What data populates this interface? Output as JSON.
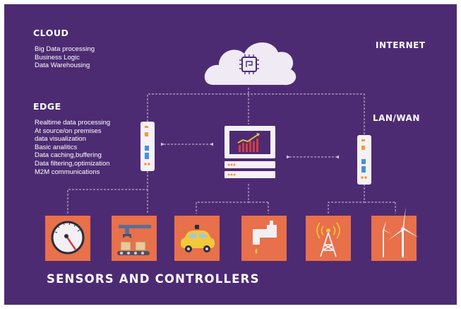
{
  "cloud": {
    "title": "CLOUD",
    "lines": [
      "Big Data processing",
      "Business Logic",
      "Data Warehousing"
    ]
  },
  "edge": {
    "title": "EDGE",
    "lines": [
      "Realtime data processing",
      "At source/on premises",
      "data visualization",
      "Basic analitics",
      "Data caching,buffering",
      "Data filtering,optimization",
      "M2M communications"
    ]
  },
  "internet_label": "INTERNET",
  "lanwan_label": "LAN/WAN",
  "sensors_title": "SENSORS AND CONTROLLERS",
  "colors": {
    "background": "#4d2b73",
    "tile": "#e8704a",
    "line": "#cfc6dc",
    "accent_orange": "#f39a3a",
    "accent_blue": "#4a8fd8"
  },
  "icons": [
    "cloud-chip-icon",
    "edge-device-icon",
    "server-monitor-icon",
    "gauge-icon",
    "factory-conveyor-icon",
    "car-icon",
    "water-tap-icon",
    "radio-tower-icon",
    "wind-turbine-icon"
  ]
}
